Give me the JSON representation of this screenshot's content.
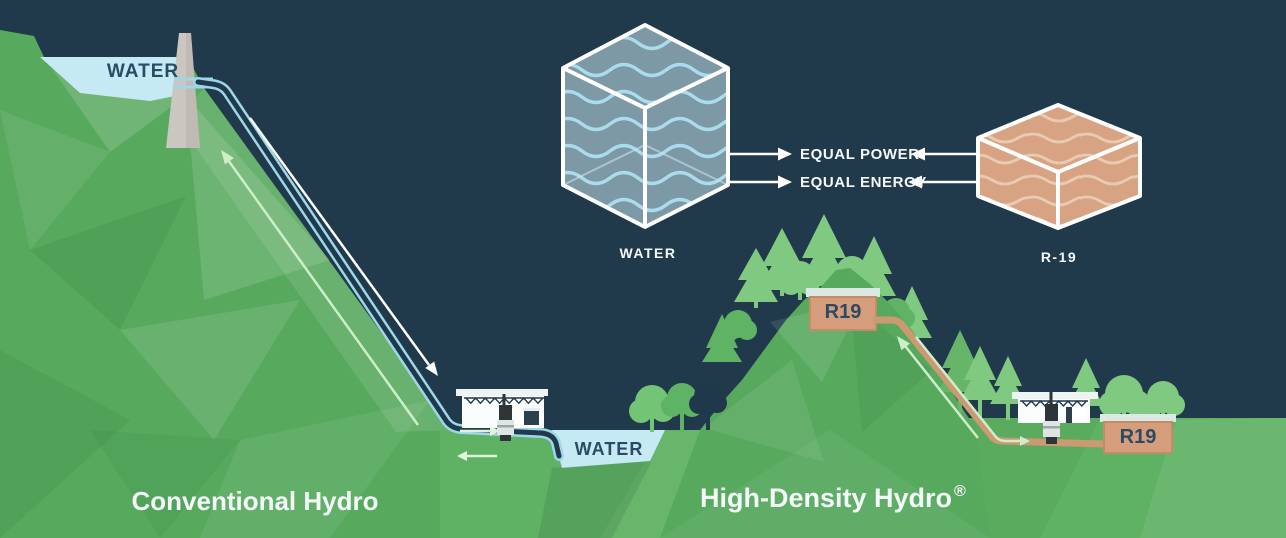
{
  "conventional": {
    "title": "Conventional Hydro",
    "upper_reservoir_label": "WATER",
    "lower_pool_label": "WATER"
  },
  "comparison": {
    "water_block_label": "WATER",
    "r19_block_label": "R-19",
    "equivalence_lines": [
      "EQUAL POWER",
      "EQUAL ENERGY"
    ]
  },
  "high_density": {
    "title": "High-Density Hydro",
    "trademark": "®",
    "upper_tank_label": "R19",
    "lower_tank_label": "R19"
  },
  "colors": {
    "background_navy": "#203a4b",
    "mountain_green": "#57a95e",
    "tree_green_light": "#7fca80",
    "water_light_blue": "#c6eaf4",
    "pipe_blue": "#9ed7ea",
    "r19_tan": "#d8a383",
    "tank_tan": "#d59d7c",
    "arrow_white": "#ffffff",
    "arrow_green": "#cdeec9",
    "label_navy": "#2b4a63",
    "dam_gray": "#cbc6c0"
  }
}
